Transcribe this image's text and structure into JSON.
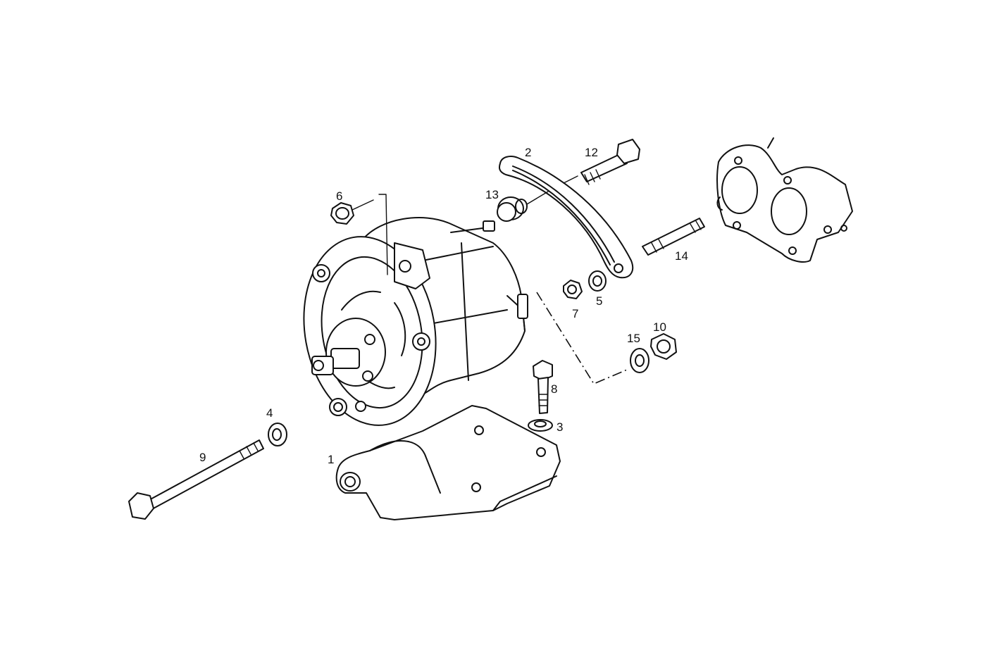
{
  "diagram": {
    "callouts": [
      {
        "id": "c1",
        "text": "1"
      },
      {
        "id": "c2",
        "text": "2"
      },
      {
        "id": "c3",
        "text": "3"
      },
      {
        "id": "c4",
        "text": "4"
      },
      {
        "id": "c5",
        "text": "5"
      },
      {
        "id": "c6",
        "text": "6"
      },
      {
        "id": "c7",
        "text": "7"
      },
      {
        "id": "c8",
        "text": "8"
      },
      {
        "id": "c9",
        "text": "9"
      },
      {
        "id": "c10",
        "text": "10"
      },
      {
        "id": "c12",
        "text": "12"
      },
      {
        "id": "c13",
        "text": "13"
      },
      {
        "id": "c14",
        "text": "14"
      },
      {
        "id": "c15",
        "text": "15"
      }
    ],
    "colors": {
      "line": "#111111",
      "background": "#ffffff"
    }
  }
}
